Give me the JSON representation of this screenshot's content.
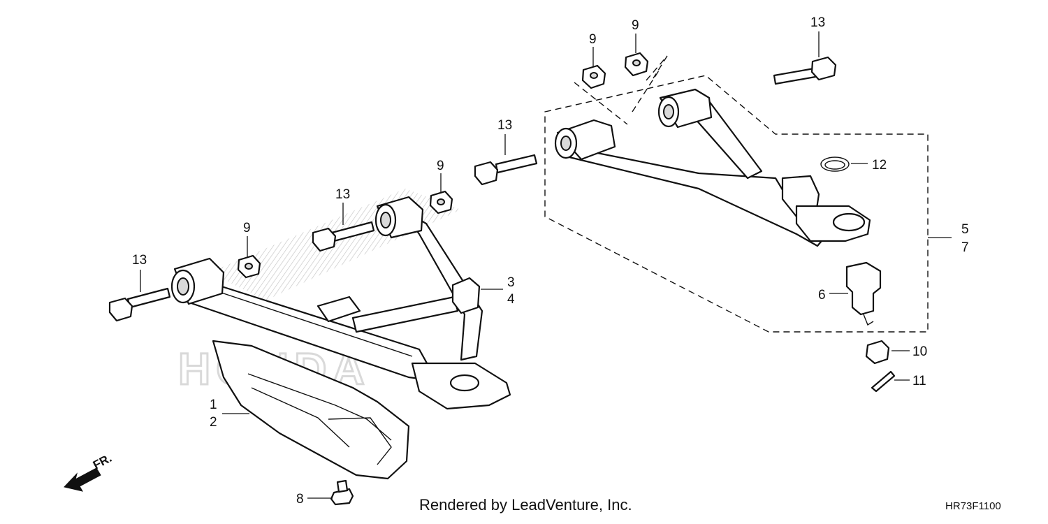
{
  "callouts": [
    {
      "id": "c1",
      "label": "1"
    },
    {
      "id": "c2",
      "label": "2"
    },
    {
      "id": "c3",
      "label": "3"
    },
    {
      "id": "c4",
      "label": "4"
    },
    {
      "id": "c5",
      "label": "5"
    },
    {
      "id": "c6",
      "label": "6"
    },
    {
      "id": "c7",
      "label": "7"
    },
    {
      "id": "c8",
      "label": "8"
    },
    {
      "id": "c9a",
      "label": "9"
    },
    {
      "id": "c9b",
      "label": "9"
    },
    {
      "id": "c9c",
      "label": "9"
    },
    {
      "id": "c9d",
      "label": "9"
    },
    {
      "id": "c10",
      "label": "10"
    },
    {
      "id": "c11",
      "label": "11"
    },
    {
      "id": "c12",
      "label": "12"
    },
    {
      "id": "c13a",
      "label": "13"
    },
    {
      "id": "c13b",
      "label": "13"
    },
    {
      "id": "c13c",
      "label": "13"
    },
    {
      "id": "c13d",
      "label": "13"
    }
  ],
  "front_arrow": {
    "label": "FR."
  },
  "watermark": {
    "text": "HONDA"
  },
  "footer": {
    "rendered_by": "Rendered by LeadVenture, Inc.",
    "diagram_code": "HR73F1100"
  }
}
